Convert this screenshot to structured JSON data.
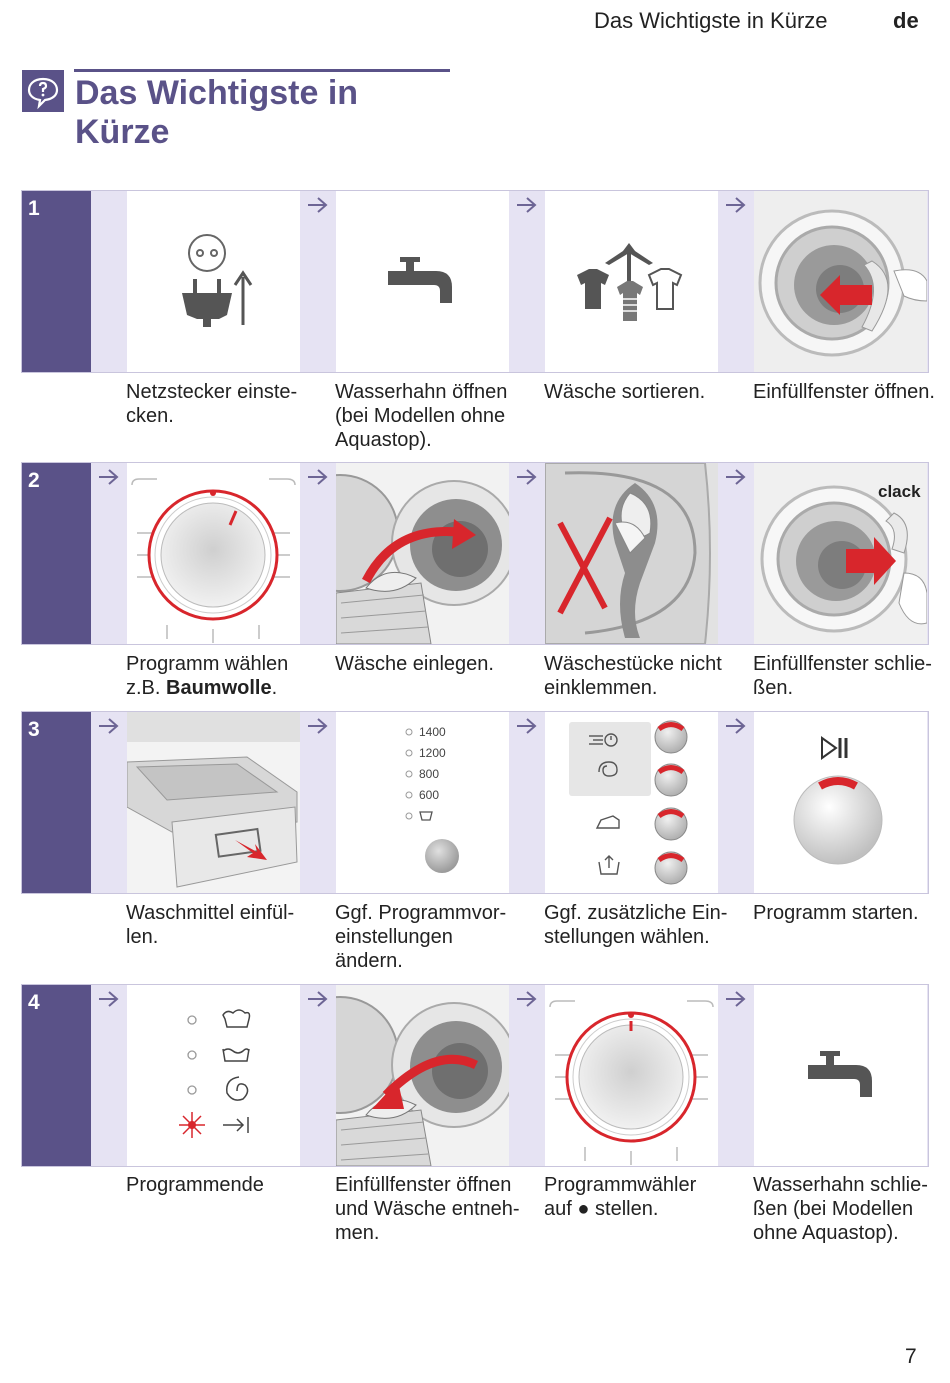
{
  "header": {
    "section_title": "Das Wichtigste in Kürze",
    "language": "de"
  },
  "title": {
    "line1": "Das Wichtigste in",
    "line2": "Kürze"
  },
  "page_number": "7",
  "steps": [
    {
      "number": "1",
      "captions": [
        [
          "Netzstecker einste-",
          "cken."
        ],
        [
          "Wasserhahn öffnen",
          "(bei Modellen ohne",
          "Aquastop)."
        ],
        [
          "Wäsche sortieren."
        ],
        [
          "Einfüllfenster öffnen."
        ]
      ]
    },
    {
      "number": "2",
      "captions": [
        [
          "Programm wählen"
        ],
        [
          "Wäsche einlegen."
        ],
        [
          "Wäschestücke nicht",
          "einklemmen."
        ],
        [
          "Einfüllfenster schlie-",
          "ßen."
        ]
      ],
      "caption_extra": {
        "prefix": "z.B. ",
        "bold": "Baumwolle",
        "suffix": "."
      },
      "clack_label": "clack"
    },
    {
      "number": "3",
      "captions": [
        [
          "Waschmittel einfül-",
          "len."
        ],
        [
          "Ggf. Programmvor-",
          "einstellungen",
          "ändern."
        ],
        [
          "Ggf. zusätzliche Ein-",
          "stellungen wählen."
        ],
        [
          "Programm starten."
        ]
      ],
      "spin_speeds": [
        "1400",
        "1200",
        "800",
        "600"
      ]
    },
    {
      "number": "4",
      "captions": [
        [
          "Programmende"
        ],
        [
          "Einfüllfenster öffnen",
          "und Wäsche entneh-",
          "men."
        ],
        [
          "Programmwähler"
        ],
        [
          "Wasserhahn schlie-",
          "ßen (bei Modellen",
          "ohne Aquastop)."
        ]
      ],
      "caption_extra": {
        "prefix": "auf ",
        "symbol": "●",
        "suffix": " stellen."
      }
    }
  ],
  "colors": {
    "accent": "#5a5288",
    "panel_bg": "#e6e3f3",
    "red": "#d8262c"
  }
}
